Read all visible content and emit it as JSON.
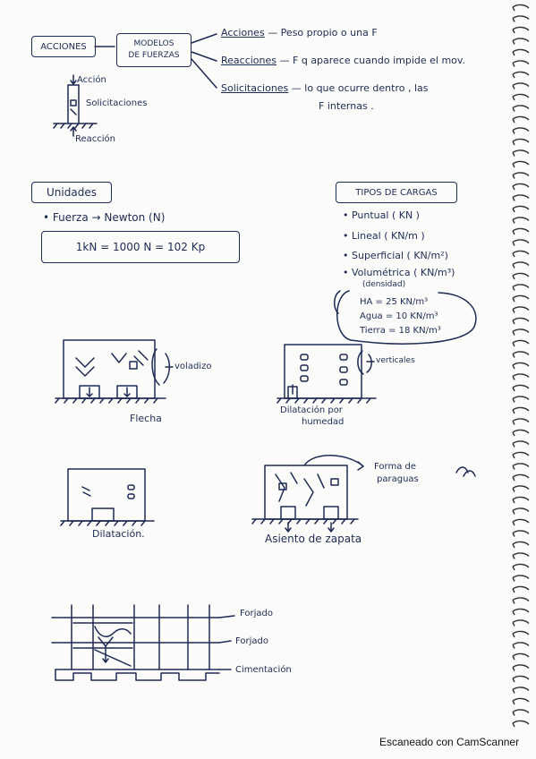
{
  "section_actions": {
    "box_acciones": "ACCIONES",
    "box_modelos_line1": "MODELOS",
    "box_modelos_line2": "DE FUERZAS",
    "branch_acciones_label": "Acciones",
    "branch_acciones_text": "— Peso propio o una F",
    "branch_reacciones_label": "Reacciones",
    "branch_reacciones_text": "— F q aparece cuando impide el mov.",
    "branch_solicitaciones_label": "Solicitaciones",
    "branch_solicitaciones_text": "— lo que ocurre dentro , las",
    "branch_solicitaciones_text2": "F internas .",
    "sketch_accion": "Acción",
    "sketch_solicitaciones": "Solicitaciones",
    "sketch_reaccion": "Reacción"
  },
  "section_units": {
    "title": "Unidades",
    "force_line": "• Fuerza → Newton (N)",
    "equation": "1kN = 1000 N = 102 Kp"
  },
  "section_loads": {
    "title": "TIPOS DE CARGAS",
    "items": [
      "• Puntual ( KN )",
      "• Lineal ( KN/m )",
      "• Superficial ( KN/m²)",
      "• Volumétrica ( KN/m³)"
    ],
    "density_note": "(densidad)",
    "densities": [
      "HA = 25 KN/m³",
      "Agua = 10 KN/m³",
      "Tierra = 18 KN/m³"
    ]
  },
  "sketches": {
    "flecha_note": "voladizo",
    "flecha_caption": "Flecha",
    "humedad_note": "verticales",
    "humedad_caption_line1": "Dilatación por",
    "humedad_caption_line2": "humedad",
    "dilatacion_caption": "Dilatación.",
    "asiento_note_line1": "Forma de",
    "asiento_note_line2": "paraguas",
    "asiento_caption": "Asiento de zapata",
    "frame_labels": [
      "Forjado",
      "Forjado",
      "Cimentación"
    ]
  },
  "footer": "Escaneado con CamScanner"
}
